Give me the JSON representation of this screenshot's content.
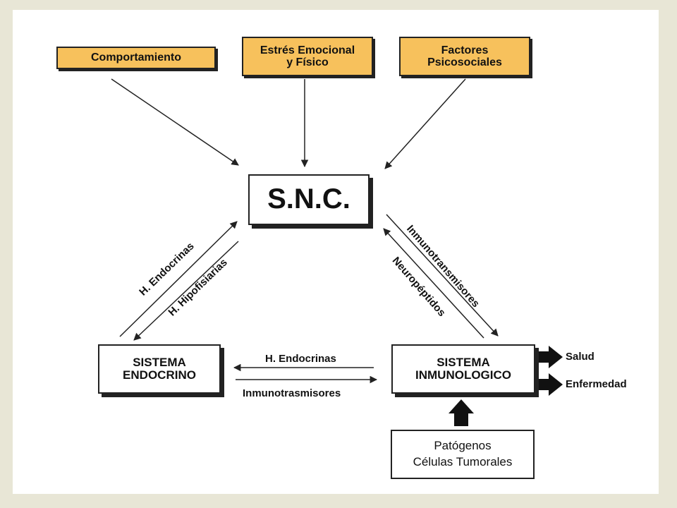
{
  "inputs": {
    "behavior": "Comportamiento",
    "stress_line1": "Estrés Emocional",
    "stress_line2": "y Físico",
    "psycho_line1": "Factores",
    "psycho_line2": "Psicosociales"
  },
  "snc": "S.N.C.",
  "endocrine": {
    "line1": "SISTEMA",
    "line2": "ENDOCRINO"
  },
  "immune": {
    "line1": "SISTEMA",
    "line2": "INMUNOLOGICO"
  },
  "pathogens": {
    "line1": "Patógenos",
    "line2": "Células Tumorales"
  },
  "edges": {
    "endo_to_snc": "H. Endocrinas",
    "snc_to_endo": "H. Hipofisiarias",
    "snc_to_immune": "Inmunotransmisores",
    "immune_to_snc": "Neuropéptidos",
    "immune_to_endo": "H. Endocrinas",
    "endo_to_immune": "Inmunotrasmisores"
  },
  "outcomes": {
    "health": "Salud",
    "disease": "Enfermedad"
  },
  "colors": {
    "input_fill": "#f7c15c",
    "background": "#e8e6d6",
    "stroke": "#222222"
  }
}
